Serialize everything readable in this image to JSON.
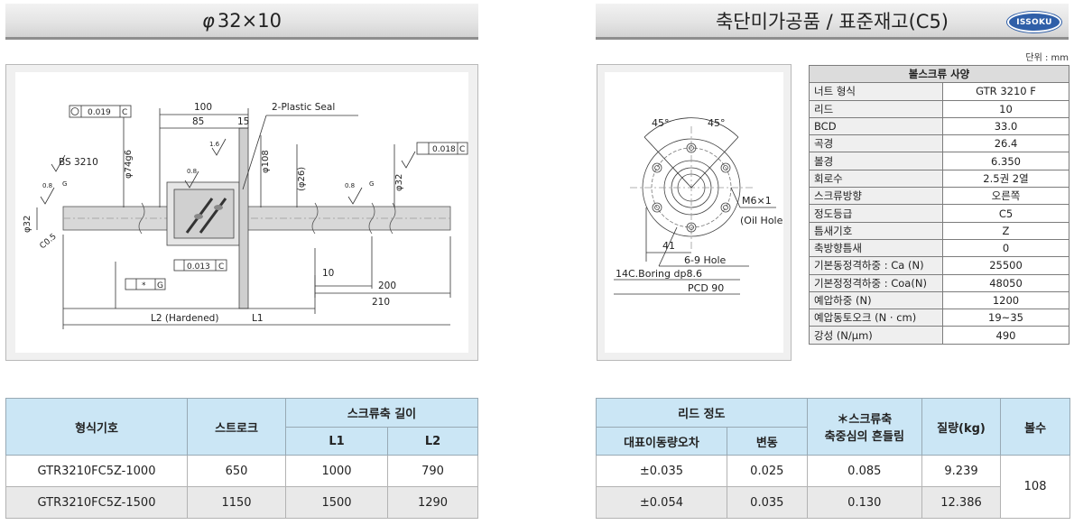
{
  "left_header": {
    "phi": "φ",
    "title": "32×10"
  },
  "right_header": {
    "title": "축단미가공품 / 표준재고(C5)"
  },
  "logo": {
    "text": "ISSOKU"
  },
  "unit_note": "단위 : mm",
  "drawing": {
    "tolerance_top": "0.019",
    "tolerance_top_ref": "C",
    "tolerance_right": "0.018",
    "tolerance_right_ref": "C",
    "flatness": "0.013",
    "flatness_ref": "C",
    "circ_label": "*",
    "circ_ref": "G",
    "dim_100": "100",
    "dim_85": "85",
    "dim_15": "15",
    "dim_10": "10",
    "dim_200": "200",
    "dim_210": "210",
    "seal_label": "2-Plastic Seal",
    "bs_label": "BS 3210",
    "d74": "φ74g6",
    "d108": "φ108",
    "d26": "(φ26)",
    "d32_left": "φ32",
    "d32_right": "φ32",
    "c05": "C0.5",
    "rough_08": "0.8",
    "rough_16": "1.6",
    "rough_g": "G",
    "L2": "L2 (Hardened)",
    "L1": "L1"
  },
  "flange_drawing": {
    "angle_1": "45°",
    "angle_2": "45°",
    "tap_label": "M6×1",
    "oil_hole": "(Oil Hole)",
    "dim_41": "41",
    "hole_label": "6-9 Hole",
    "boring_label": "14C.Boring dp8.6",
    "pcd_label": "PCD 90"
  },
  "spec_table": {
    "header": "볼스크류 사양",
    "rows": [
      {
        "k": "너트 형식",
        "v": "GTR 3210 F"
      },
      {
        "k": "리드",
        "v": "10"
      },
      {
        "k": "BCD",
        "v": "33.0"
      },
      {
        "k": "곡경",
        "v": "26.4"
      },
      {
        "k": "볼경",
        "v": "6.350"
      },
      {
        "k": "회로수",
        "v": "2.5권 2열"
      },
      {
        "k": "스크류방향",
        "v": "오른쪽"
      },
      {
        "k": "정도등급",
        "v": "C5"
      },
      {
        "k": "틈새기호",
        "v": "Z"
      },
      {
        "k": "축방향틈새",
        "v": "0"
      },
      {
        "k": "기본동정격하중 : Ca (N)",
        "v": "25500"
      },
      {
        "k": "기본정정격하중 : Coa(N)",
        "v": "48050"
      },
      {
        "k": "예압하중 (N)",
        "v": "1200"
      },
      {
        "k": "예압동토오크 (N · cm)",
        "v": "19~35"
      },
      {
        "k": "강성 (N/μm)",
        "v": "490"
      }
    ]
  },
  "model_table": {
    "col_model": "형식기호",
    "col_stroke": "스트로크",
    "col_length": "스크류축 길이",
    "col_l1": "L1",
    "col_l2": "L2",
    "rows": [
      {
        "model": "GTR3210FC5Z-1000",
        "stroke": "650",
        "l1": "1000",
        "l2": "790"
      },
      {
        "model": "GTR3210FC5Z-1500",
        "stroke": "1150",
        "l1": "1500",
        "l2": "1290"
      }
    ]
  },
  "accuracy_table": {
    "col_lead": "리드 정도",
    "col_rep": "대표이동량오차",
    "col_var": "변동",
    "col_runout_1": "＊스크류축",
    "col_runout_2": "축중심의 흔들림",
    "col_mass": "질량(kg)",
    "col_balls": "볼수",
    "balls": "108",
    "rows": [
      {
        "rep": "±0.035",
        "var": "0.025",
        "runout": "0.085",
        "mass": "9.239"
      },
      {
        "rep": "±0.054",
        "var": "0.035",
        "runout": "0.130",
        "mass": "12.386"
      }
    ]
  },
  "colors": {
    "header_border": "#8e8e8e",
    "table_header": "#cbe6f5",
    "logo": "#2f5fa8"
  }
}
